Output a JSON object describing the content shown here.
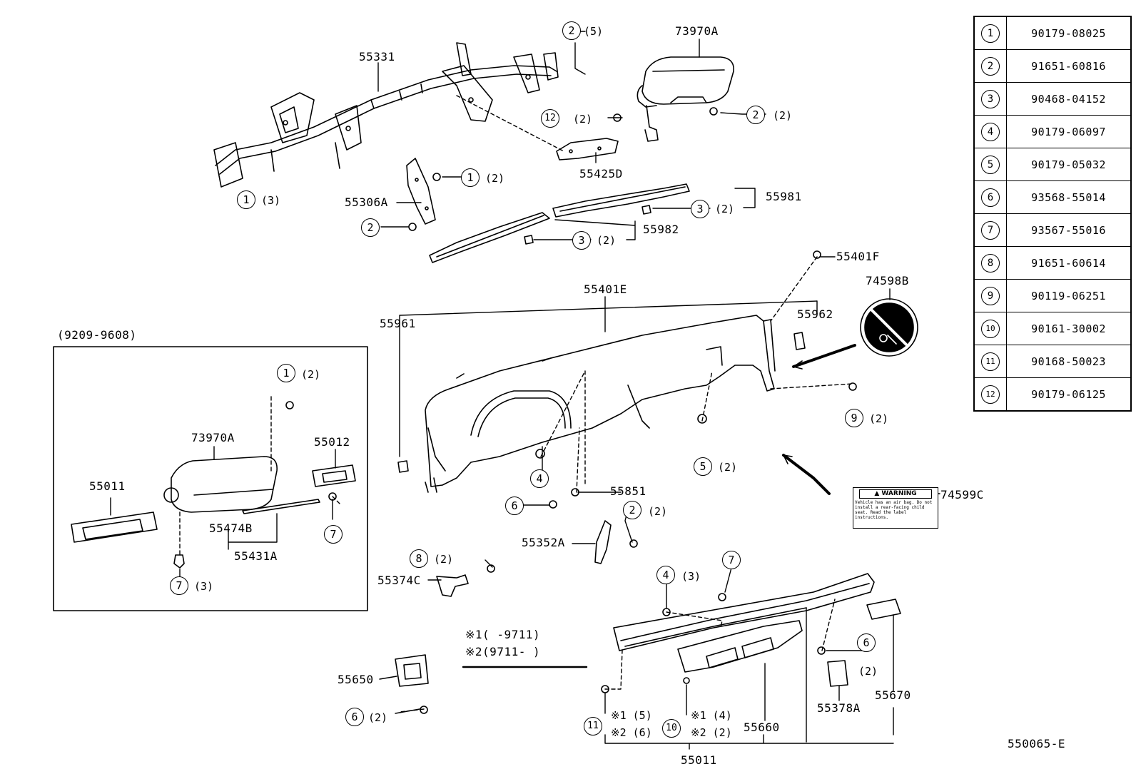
{
  "diagram": {
    "drawing_code": "550065-E",
    "date_range_label": "(9209-9608)",
    "note_lines": [
      {
        "mark": "※1",
        "range": "(      -9711)"
      },
      {
        "mark": "※2",
        "range": "(9711-      )"
      }
    ],
    "parts": {
      "p55331": "55331",
      "p73970A_top": "73970A",
      "p55425D": "55425D",
      "p55306A": "55306A",
      "p55981": "55981",
      "p55982": "55982",
      "p55401F": "55401F",
      "p74598B": "74598B",
      "p55401E": "55401E",
      "p55961": "55961",
      "p55962": "55962",
      "p55851": "55851",
      "p55352A": "55352A",
      "p55374C": "55374C",
      "p74599C": "74599C",
      "p55650": "55650",
      "p55660": "55660",
      "p55378A": "55378A",
      "p55670": "55670",
      "p55011_bottom": "55011",
      "p73970A_inset": "73970A",
      "p55012": "55012",
      "p55011_inset": "55011",
      "p55474B": "55474B",
      "p55431A": "55431A"
    },
    "callouts": {
      "c2_top": {
        "ref": "2",
        "qty": "(5)"
      },
      "c12": {
        "ref": "12",
        "qty": "(2)"
      },
      "c2_airbag": {
        "ref": "2",
        "qty": "(2)"
      },
      "c1_bracket": {
        "ref": "1",
        "qty": "(2)"
      },
      "c1_left": {
        "ref": "1",
        "qty": "(3)"
      },
      "c2_left": {
        "ref": "2",
        "qty": ""
      },
      "c3_upper": {
        "ref": "3",
        "qty": "(2)"
      },
      "c3_lower": {
        "ref": "3",
        "qty": "(2)"
      },
      "c9": {
        "ref": "9",
        "qty": "(2)"
      },
      "c4_dash": {
        "ref": "4",
        "qty": ""
      },
      "c5": {
        "ref": "5",
        "qty": "(2)"
      },
      "c6_mid": {
        "ref": "6",
        "qty": ""
      },
      "c2_mid": {
        "ref": "2",
        "qty": "(2)"
      },
      "c8": {
        "ref": "8",
        "qty": "(2)"
      },
      "c7_right": {
        "ref": "7",
        "qty": ""
      },
      "c4_lower": {
        "ref": "4",
        "qty": "(3)"
      },
      "c6_right": {
        "ref": "6",
        "qty": "(2)"
      },
      "c6_bottom": {
        "ref": "6",
        "qty": "(2)"
      },
      "c11": {
        "ref": "11",
        "q1": "※1 (5)",
        "q2": "※2 (6)"
      },
      "c10": {
        "ref": "10",
        "q1": "※1 (4)",
        "q2": "※2 (2)"
      },
      "c1_inset": {
        "ref": "1",
        "qty": "(2)"
      },
      "c7_inset_a": {
        "ref": "7",
        "qty": ""
      },
      "c7_inset_b": {
        "ref": "7",
        "qty": "(3)"
      }
    },
    "warning_label": {
      "heading": "▲ WARNING",
      "fine_print": "Vehicle has an air bag. Do not install a rear-facing child seat. Read the label instructions."
    },
    "legend": [
      {
        "ref": "1",
        "part_no": "90179-08025"
      },
      {
        "ref": "2",
        "part_no": "91651-60816"
      },
      {
        "ref": "3",
        "part_no": "90468-04152"
      },
      {
        "ref": "4",
        "part_no": "90179-06097"
      },
      {
        "ref": "5",
        "part_no": "90179-05032"
      },
      {
        "ref": "6",
        "part_no": "93568-55014"
      },
      {
        "ref": "7",
        "part_no": "93567-55016"
      },
      {
        "ref": "8",
        "part_no": "91651-60614"
      },
      {
        "ref": "9",
        "part_no": "90119-06251"
      },
      {
        "ref": "10",
        "part_no": "90161-30002"
      },
      {
        "ref": "11",
        "part_no": "90168-50023"
      },
      {
        "ref": "12",
        "part_no": "90179-06125"
      }
    ],
    "colors": {
      "ink": "#000000",
      "paper": "#ffffff"
    }
  }
}
